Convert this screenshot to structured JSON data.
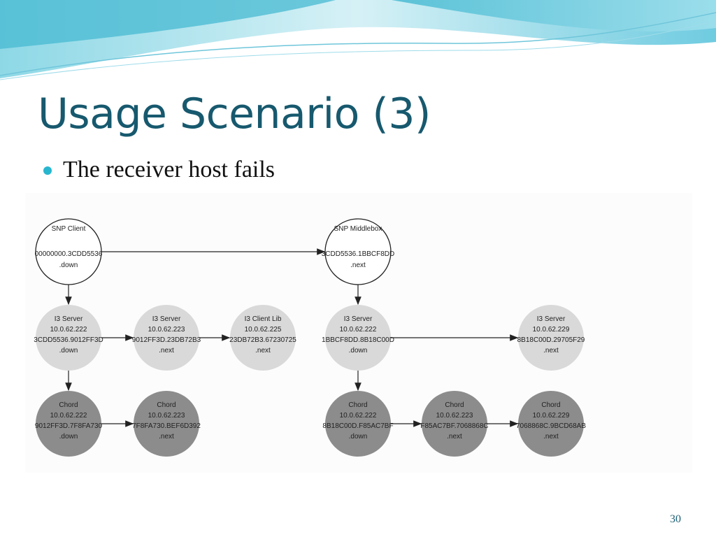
{
  "slide": {
    "title": "Usage Scenario (3)",
    "bullet": "The receiver host fails",
    "number": "30"
  },
  "colors": {
    "title": "#17596e",
    "bullet": "#28b6cf",
    "client_node": "#ffffff",
    "i3_node": "#d9d9d9",
    "chord_node": "#8c8c8c"
  },
  "diagram": {
    "nodes": [
      {
        "id": "snp-client",
        "kind": "client",
        "lines": [
          "SNP Client",
          "",
          "00000000.3CDD5536",
          ".down"
        ]
      },
      {
        "id": "snp-middlebox",
        "kind": "client",
        "lines": [
          "SNP Middlebox",
          "",
          "3CDD5536.1BBCF8DD",
          ".next"
        ]
      },
      {
        "id": "i3-server-222-a",
        "kind": "i3",
        "lines": [
          "I3 Server",
          "10.0.62.222",
          "3CDD5536.9012FF3D",
          ".down"
        ]
      },
      {
        "id": "i3-server-223",
        "kind": "i3",
        "lines": [
          "I3 Server",
          "10.0.62.223",
          "9012FF3D.23DB72B3",
          ".next"
        ]
      },
      {
        "id": "i3-client-lib-225",
        "kind": "i3",
        "lines": [
          "I3 Client Lib",
          "10.0.62.225",
          "23DB72B3.67230725",
          ".next"
        ]
      },
      {
        "id": "i3-server-222-b",
        "kind": "i3",
        "lines": [
          "I3 Server",
          "10.0.62.222",
          "1BBCF8DD.8B18C00D",
          ".down"
        ]
      },
      {
        "id": "i3-server-229",
        "kind": "i3",
        "lines": [
          "I3 Server",
          "10.0.62.229",
          "8B18C00D.29705F29",
          ".next"
        ]
      },
      {
        "id": "chord-222-a",
        "kind": "chord",
        "lines": [
          "Chord",
          "10.0.62.222",
          "9012FF3D.7F8FA730",
          ".down"
        ]
      },
      {
        "id": "chord-223-a",
        "kind": "chord",
        "lines": [
          "Chord",
          "10.0.62.223",
          "7F8FA730.BEF6D392",
          ".next"
        ]
      },
      {
        "id": "chord-222-b",
        "kind": "chord",
        "lines": [
          "Chord",
          "10.0.62.222",
          "8B18C00D.F85AC7BF",
          ".down"
        ]
      },
      {
        "id": "chord-223-b",
        "kind": "chord",
        "lines": [
          "Chord",
          "10.0.62.223",
          "F85AC7BF.7068868C",
          ".next"
        ]
      },
      {
        "id": "chord-229",
        "kind": "chord",
        "lines": [
          "Chord",
          "10.0.62.229",
          "7068868C.9BCD68AB",
          ".next"
        ]
      }
    ],
    "edges": [
      [
        "snp-client",
        "snp-middlebox"
      ],
      [
        "snp-client",
        "i3-server-222-a"
      ],
      [
        "i3-server-222-a",
        "i3-server-223"
      ],
      [
        "i3-server-223",
        "i3-client-lib-225"
      ],
      [
        "i3-server-222-a",
        "chord-222-a"
      ],
      [
        "chord-222-a",
        "chord-223-a"
      ],
      [
        "snp-middlebox",
        "i3-server-222-b"
      ],
      [
        "i3-server-222-b",
        "i3-server-229"
      ],
      [
        "i3-server-222-b",
        "chord-222-b"
      ],
      [
        "chord-222-b",
        "chord-223-b"
      ],
      [
        "chord-223-b",
        "chord-229"
      ]
    ]
  }
}
